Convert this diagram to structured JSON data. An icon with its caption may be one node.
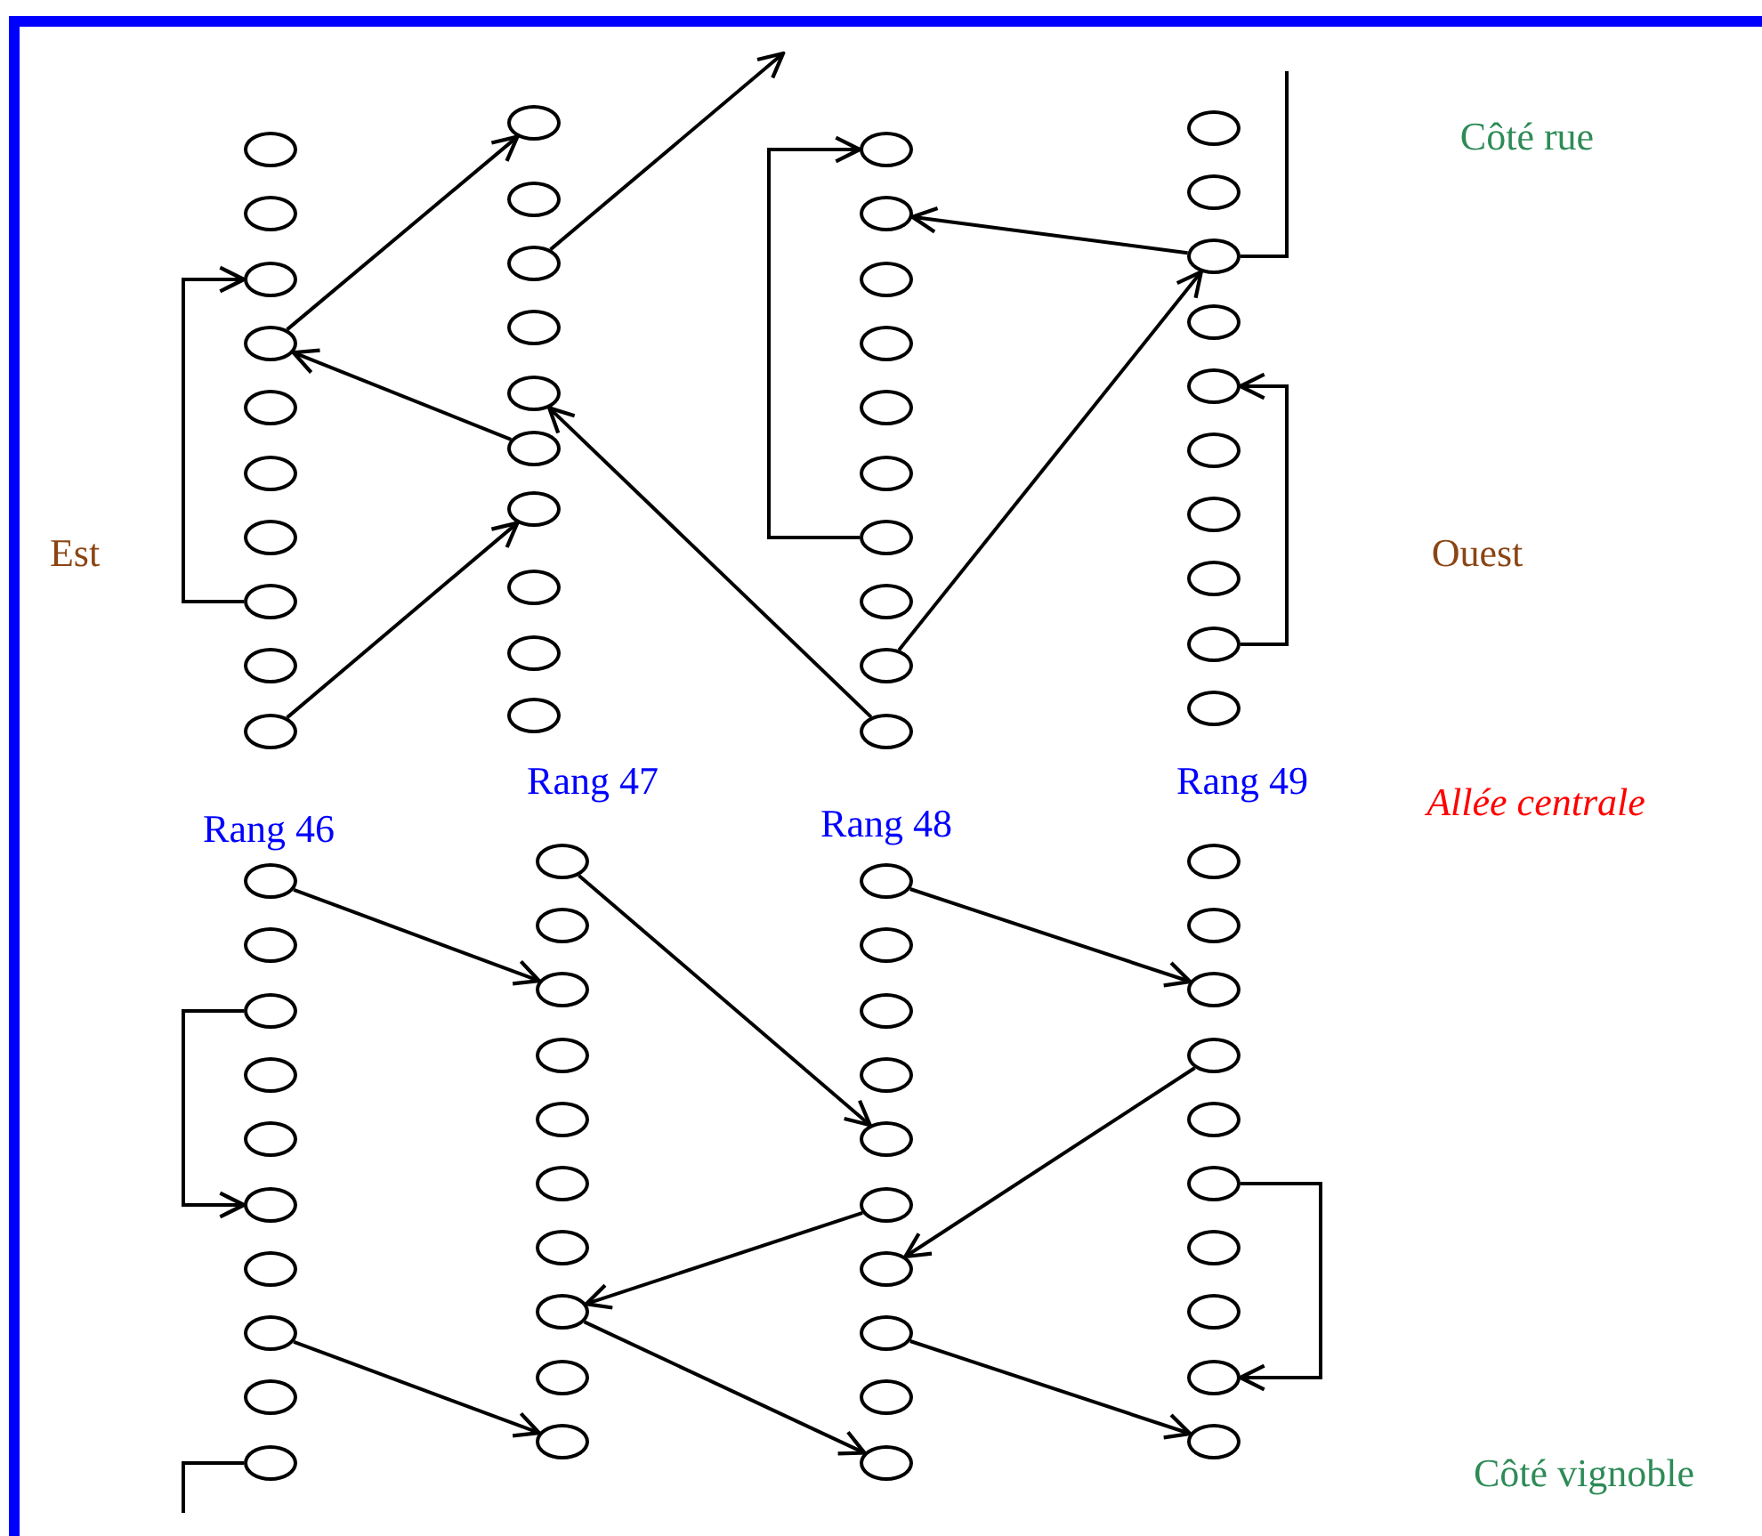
{
  "diagram": {
    "nodes": [
      {
        "text": [],
        "shape": "ellipse"
      },
      {
        "text": [],
        "shape": "ellipse"
      },
      {
        "text": [],
        "shape": "ellipse"
      },
      {
        "text": [],
        "shape": "ellipse"
      },
      {
        "text": [],
        "shape": "ellipse"
      },
      {
        "text": [],
        "shape": "ellipse"
      },
      {
        "text": [],
        "shape": "ellipse"
      },
      {
        "text": [],
        "shape": "ellipse"
      },
      {
        "text": [],
        "shape": "ellipse"
      },
      {
        "text": [],
        "shape": "ellipse"
      },
      {
        "text": [],
        "shape": "ellipse"
      },
      {
        "text": [],
        "shape": "ellipse"
      },
      {
        "text": [],
        "shape": "ellipse"
      },
      {
        "text": [],
        "shape": "ellipse"
      },
      {
        "text": [],
        "shape": "ellipse"
      },
      {
        "text": [],
        "shape": "ellipse"
      },
      {
        "text": [],
        "shape": "ellipse"
      },
      {
        "text": [],
        "shape": "ellipse"
      },
      {
        "text": [],
        "shape": "ellipse"
      },
      {
        "text": [],
        "shape": "ellipse"
      },
      {
        "text": [],
        "shape": "ellipse"
      },
      {
        "text": [],
        "shape": "ellipse"
      },
      {
        "text": [],
        "shape": "ellipse"
      },
      {
        "text": [],
        "shape": "ellipse"
      },
      {
        "text": [],
        "shape": "ellipse"
      },
      {
        "text": [],
        "shape": "ellipse"
      },
      {
        "text": [],
        "shape": "ellipse"
      },
      {
        "text": [],
        "shape": "ellipse"
      },
      {
        "text": [],
        "shape": "ellipse"
      },
      {
        "text": [],
        "shape": "ellipse"
      },
      {
        "text": [],
        "shape": "ellipse"
      },
      {
        "text": [],
        "shape": "ellipse"
      },
      {
        "text": [],
        "shape": "ellipse"
      },
      {
        "text": [],
        "shape": "ellipse"
      },
      {
        "text": [],
        "shape": "ellipse"
      },
      {
        "text": [],
        "shape": "ellipse"
      },
      {
        "text": [],
        "shape": "ellipse"
      },
      {
        "text": [],
        "shape": "ellipse"
      },
      {
        "text": [],
        "shape": "ellipse"
      },
      {
        "text": [],
        "shape": "ellipse"
      },
      {
        "text": [],
        "shape": "ellipse"
      },
      {
        "text": [],
        "shape": "ellipse"
      },
      {
        "text": [],
        "shape": "ellipse"
      },
      {
        "text": [],
        "shape": "ellipse"
      },
      {
        "text": [],
        "shape": "ellipse"
      },
      {
        "text": [],
        "shape": "ellipse"
      },
      {
        "text": [],
        "shape": "ellipse"
      },
      {
        "text": [],
        "shape": "ellipse"
      },
      {
        "text": [],
        "shape": "ellipse"
      },
      {
        "text": [],
        "shape": "ellipse"
      },
      {
        "text": [],
        "shape": "ellipse"
      },
      {
        "text": [],
        "shape": "ellipse"
      },
      {
        "text": [],
        "shape": "ellipse"
      },
      {
        "text": [],
        "shape": "ellipse"
      },
      {
        "text": [],
        "shape": "ellipse"
      },
      {
        "text": [],
        "shape": "ellipse"
      },
      {
        "text": [],
        "shape": "ellipse"
      },
      {
        "text": [],
        "shape": "ellipse"
      },
      {
        "text": [],
        "shape": "ellipse"
      },
      {
        "text": [],
        "shape": "ellipse"
      },
      {
        "text": [],
        "shape": "ellipse"
      },
      {
        "text": [],
        "shape": "ellipse"
      },
      {
        "text": [],
        "shape": "ellipse"
      },
      {
        "text": [],
        "shape": "ellipse"
      },
      {
        "text": [],
        "shape": "ellipse"
      },
      {
        "text": [],
        "shape": "ellipse"
      },
      {
        "text": [],
        "shape": "ellipse"
      },
      {
        "text": [],
        "shape": "ellipse"
      },
      {
        "text": [],
        "shape": "ellipse"
      },
      {
        "text": [],
        "shape": "ellipse"
      },
      {
        "text": [],
        "shape": "ellipse"
      },
      {
        "text": [],
        "shape": "ellipse"
      },
      {
        "text": [],
        "shape": "ellipse"
      },
      {
        "text": [],
        "shape": "ellipse"
      },
      {
        "text": [],
        "shape": "ellipse"
      },
      {
        "text": [],
        "shape": "ellipse"
      },
      {
        "text": [],
        "shape": "ellipse"
      },
      {
        "text": [],
        "shape": "ellipse"
      },
      {
        "text": [],
        "shape": "ellipse"
      },
      {
        "text": [],
        "shape": "ellipse"
      }
    ],
    "edges": [
      {
        "from": 9,
        "to": 16,
        "arrow": "to"
      },
      {
        "from": 7,
        "to": 2,
        "arrow": "to"
      },
      {
        "from": 3,
        "to": 10,
        "arrow": "to"
      },
      {
        "from": 15,
        "to": 3,
        "arrow": "to"
      },
      {
        "from": 12,
        "to": null,
        "arrow": "to"
      },
      {
        "from": 29,
        "to": 14,
        "arrow": "to"
      },
      {
        "from": 26,
        "to": 20,
        "arrow": "to"
      },
      {
        "from": 32,
        "to": 21,
        "arrow": "to"
      },
      {
        "from": 28,
        "to": 32,
        "arrow": "to"
      },
      {
        "from": null,
        "to": 32,
        "arrow": "none"
      },
      {
        "from": 38,
        "to": 34,
        "arrow": "to"
      },
      {
        "from": 40,
        "to": 52,
        "arrow": "to"
      },
      {
        "from": 42,
        "to": 45,
        "arrow": "to"
      },
      {
        "from": 47,
        "to": 59,
        "arrow": "to"
      },
      {
        "from": 50,
        "to": 64,
        "arrow": "to"
      },
      {
        "from": 60,
        "to": 72,
        "arrow": "to"
      },
      {
        "from": 73,
        "to": 66,
        "arrow": "to"
      },
      {
        "from": 65,
        "to": 57,
        "arrow": "to"
      },
      {
        "from": 57,
        "to": 69,
        "arrow": "to"
      },
      {
        "from": 67,
        "to": 79,
        "arrow": "to"
      },
      {
        "from": 75,
        "to": 78,
        "arrow": "to"
      },
      {
        "from": null,
        "to": 49,
        "arrow": "none"
      }
    ],
    "labels": [
      "Côté rue",
      "Est",
      "Ouest",
      "Rang 47",
      "Rang 49",
      "Allée centrale",
      "Rang 46",
      "Rang 48",
      "Côté vignoble"
    ]
  }
}
